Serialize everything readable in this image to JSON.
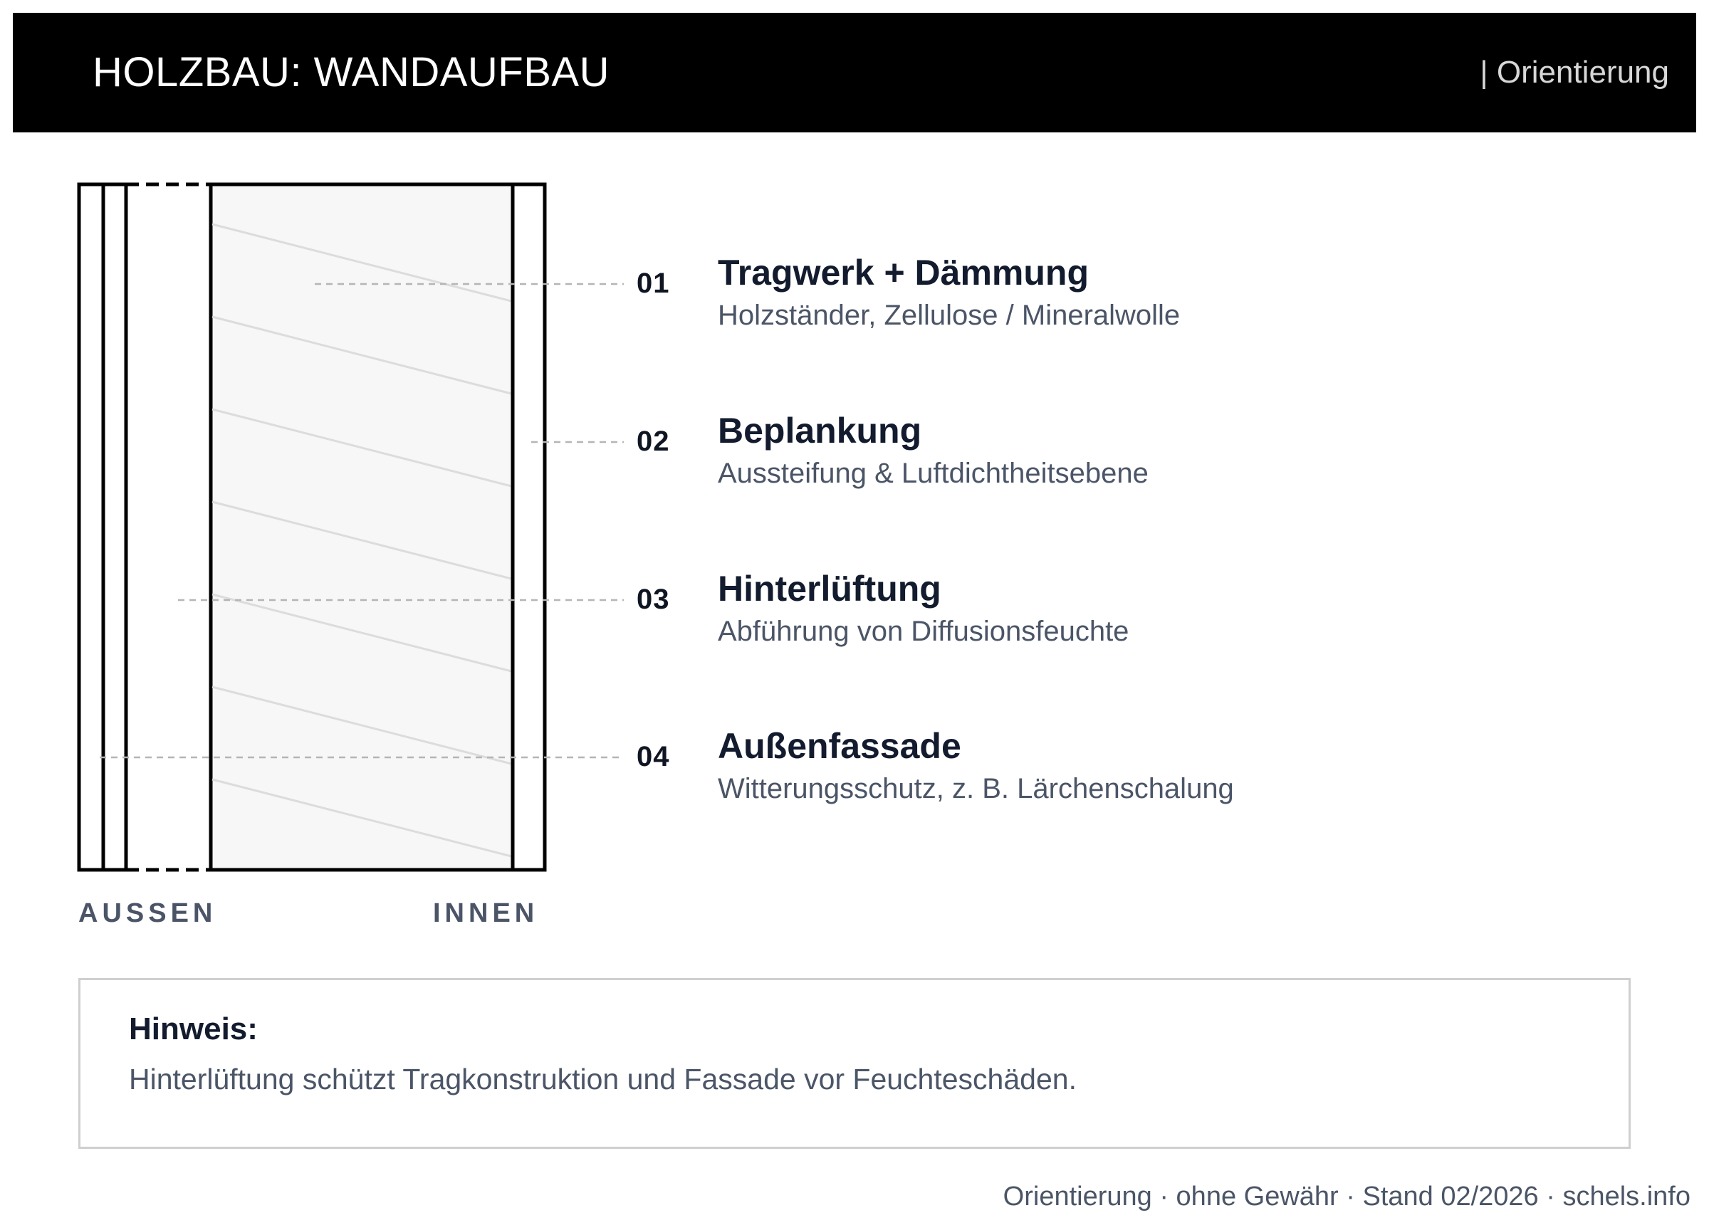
{
  "header": {
    "title": "HOLZBAU: WANDAUFBAU",
    "subtitle": "| Orientierung"
  },
  "layers": [
    {
      "number": "01",
      "title": "Tragwerk + Dämmung",
      "description": "Holzständer, Zellulose / Mineralwolle"
    },
    {
      "number": "02",
      "title": "Beplankung",
      "description": "Aussteifung & Luftdichtheitsebene"
    },
    {
      "number": "03",
      "title": "Hinterlüftung",
      "description": "Abführung von Diffusionsfeuchte"
    },
    {
      "number": "04",
      "title": "Außenfassade",
      "description": "Witterungsschutz, z. B. Lärchenschalung"
    }
  ],
  "labels": {
    "outside": "AUSSEN",
    "inside": "INNEN"
  },
  "note": {
    "title": "Hinweis:",
    "text": "Hinterlüftung schützt Tragkonstruktion und Fassade vor Feuchteschäden."
  },
  "footer": "Orientierung · ohne Gewähr · Stand 02/2026 · schels.info",
  "colors": {
    "header_bg": "#000000",
    "insulation_fill": "#f7f7f7",
    "text_dark": "#131b2e",
    "text_muted": "#4b5567",
    "leader_line": "#b5b5b5"
  }
}
